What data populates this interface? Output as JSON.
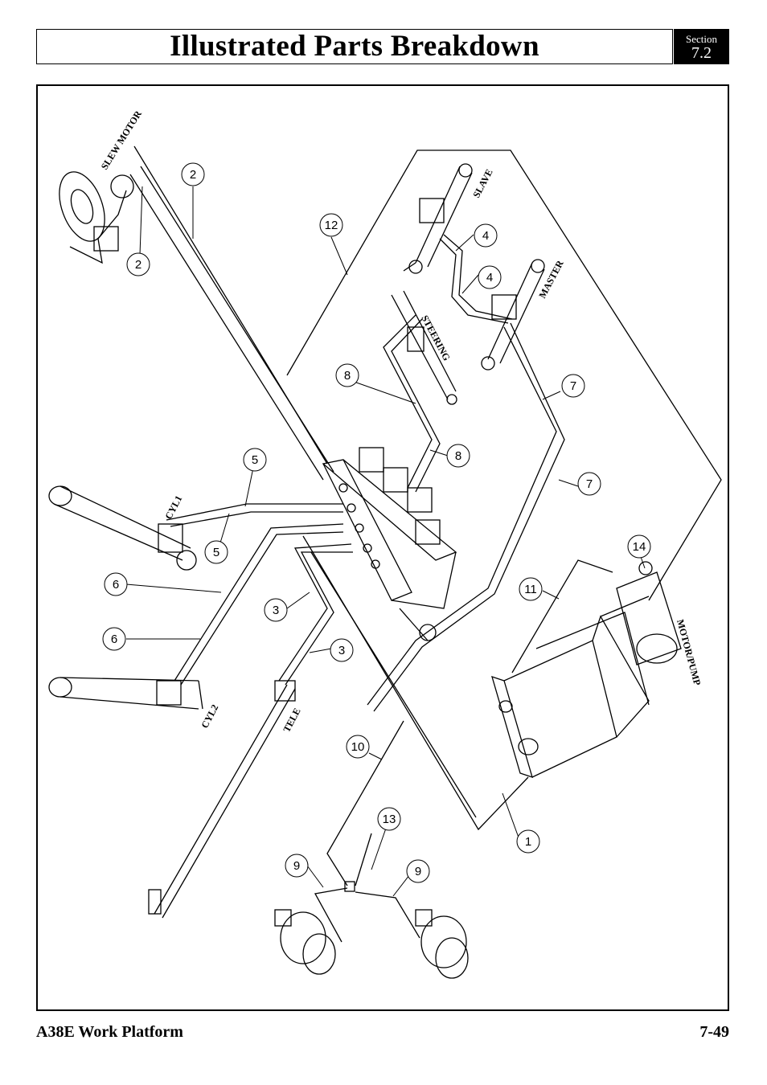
{
  "header": {
    "title": "Illustrated Parts Breakdown",
    "section_label": "Section",
    "section_number": "7.2"
  },
  "footer": {
    "product": "A38E Work Platform",
    "page": "7-49"
  },
  "components": {
    "slew_motor": "SLEW MOTOR",
    "slave": "SLAVE",
    "master": "MASTER",
    "steering": "STEERING",
    "cyl1": "CYL1",
    "cyl2": "CYL2",
    "tele": "TELE",
    "motor_pump": "MOTOR/PUMP"
  },
  "callouts": {
    "c2a": "2",
    "c2b": "2",
    "c12": "12",
    "c4a": "4",
    "c4b": "4",
    "c8a": "8",
    "c8b": "8",
    "c7a": "7",
    "c7b": "7",
    "c5a": "5",
    "c5b": "5",
    "c6a": "6",
    "c6b": "6",
    "c3a": "3",
    "c3b": "3",
    "c14": "14",
    "c11": "11",
    "c10": "10",
    "c13": "13",
    "c1": "1",
    "c9a": "9",
    "c9b": "9"
  }
}
